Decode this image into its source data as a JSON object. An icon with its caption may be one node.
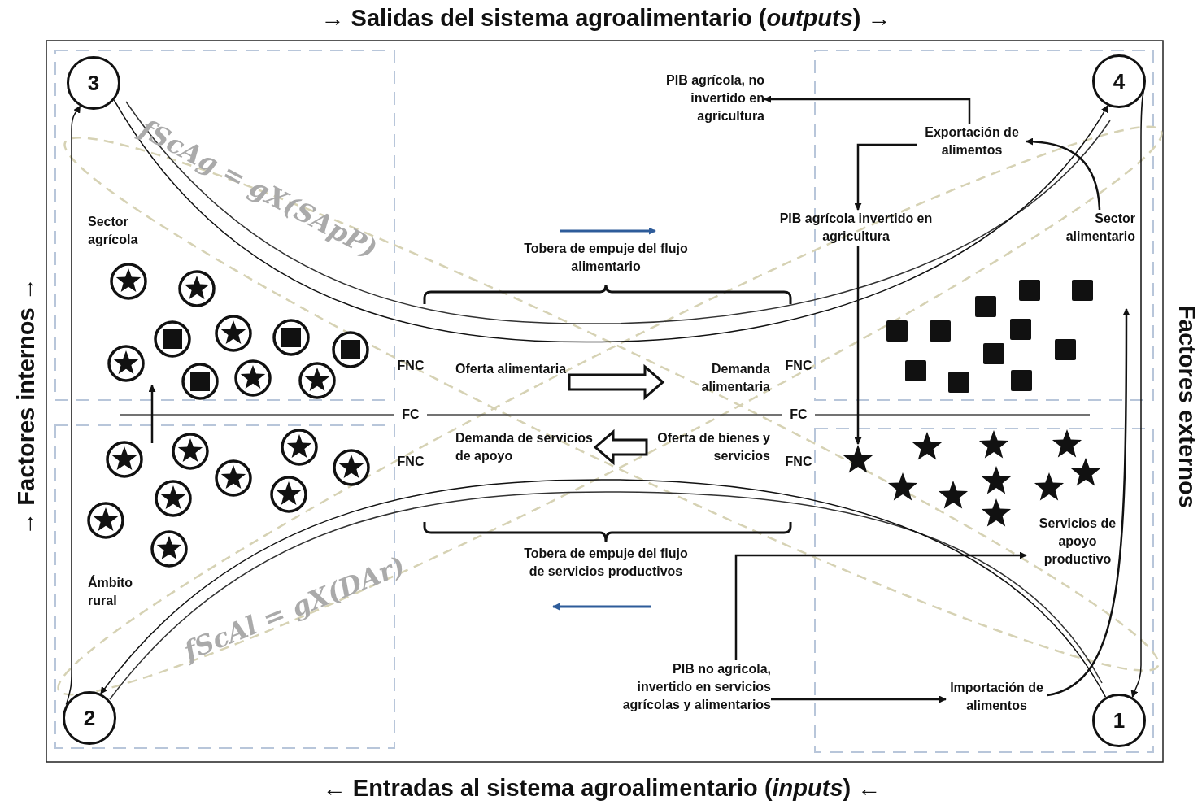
{
  "diagram": {
    "title": "→ Salidas del sistema agroalimentario (*outputs*) →",
    "nodes": [
      {
        "text": [
          "3"
        ]
      },
      {
        "text": [
          "4"
        ]
      },
      {
        "text": [
          "PIB agrícola, no invertido en agricultura"
        ]
      },
      {
        "text": [
          "Exportación de alimentos"
        ]
      },
      {
        "text": [
          "PIB agrícola invertido en agricultura"
        ]
      },
      {
        "text": [
          "Sector alimentario"
        ]
      },
      {
        "text": [
          "Oferta alimentaria"
        ]
      },
      {
        "text": [
          "Demanda alimentaria"
        ]
      },
      {
        "text": [
          "Demanda de servicios de apoyo"
        ]
      },
      {
        "text": [
          "Oferta de bienes y servicios"
        ]
      },
      {
        "text": [
          "Servicios de apoyo productivo"
        ]
      },
      {
        "text": [
          "PIB no agrícola, invertido en servicios agrícolas y alimentarios"
        ]
      },
      {
        "text": [
          "Importación de alimentos"
        ]
      },
      {
        "text": [
          "2"
        ]
      },
      {
        "text": [
          "1"
        ]
      },
      {
        "text": [],
        "shape": "star"
      }
    ],
    "edges": [
      {
        "from": 0,
        "to": 1,
        "arrow": "to"
      },
      {
        "from": 1,
        "to": 14,
        "arrow": "to"
      },
      {
        "from": 14,
        "to": 13,
        "arrow": "to"
      },
      {
        "from": 13,
        "to": 0,
        "arrow": "to"
      },
      {
        "from": 3,
        "to": 2,
        "arrow": "to"
      },
      {
        "from": 3,
        "to": 4,
        "arrow": "to"
      },
      {
        "from": 5,
        "to": 3,
        "arrow": "to"
      },
      {
        "from": 4,
        "to": 15,
        "arrow": "to"
      },
      {
        "from": 11,
        "to": 12,
        "arrow": "to"
      },
      {
        "from": 11,
        "to": 10,
        "arrow": "to"
      },
      {
        "from": 12,
        "to": null,
        "arrow": "to"
      },
      {
        "from": 6,
        "to": 7,
        "arrow": "to",
        "style": "thick"
      },
      {
        "from": 9,
        "to": 8,
        "arrow": "to",
        "style": "thick"
      }
    ],
    "labels": [
      "→ Factores internos →",
      "Factores externos",
      "Sector agrícola",
      "fScAg = gX(SApP)",
      "Tobera de empuje del flujo alimentario",
      "FNC",
      "FNC",
      "FC",
      "FC",
      "FNC",
      "FNC",
      "Tobera de empuje del flujo de servicios productivos",
      "fScAl = gX(DAr)",
      "Ámbito rural",
      "← Entradas al sistema agroalimentario (*inputs*) ←"
    ]
  }
}
